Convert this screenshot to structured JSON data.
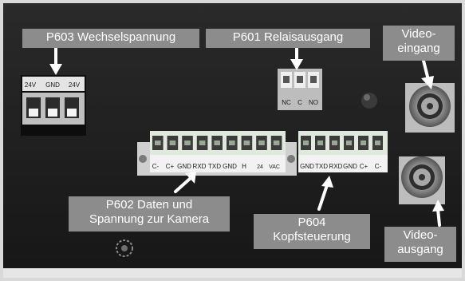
{
  "colors": {
    "panel": "#1c1c1c",
    "frame": "#e8e8e8",
    "callout_bg": "#8c8c8c",
    "callout_text": "#ffffff",
    "arrow": "#ffffff",
    "terminal_green": "#c9d9c3",
    "terminal_label": "#f2f2f2",
    "bnc_metal": "#cfcfcf"
  },
  "callouts": {
    "p603": "P603 Wechselspannung",
    "p601": "P601 Relaisausgang",
    "video_in_line1": "Video-",
    "video_in_line2": "eingang",
    "p602_line1": "P602 Daten und",
    "p602_line2": "Spannung zur Kamera",
    "p604_line1": "P604",
    "p604_line2": "Kopfsteuerung",
    "video_out_line1": "Video-",
    "video_out_line2": "ausgang"
  },
  "terminals": {
    "p603_labels": [
      "24V",
      "GND",
      "24V"
    ],
    "p601_labels": [
      "NC",
      "C",
      "NO"
    ],
    "p602_labels": [
      "C-",
      "C+",
      "GND",
      "RXD",
      "TXD",
      "GND",
      "H",
      "24",
      "VAC"
    ],
    "p604_labels": [
      "GND",
      "TXD",
      "RXD",
      "GND",
      "C+",
      "C-"
    ]
  }
}
